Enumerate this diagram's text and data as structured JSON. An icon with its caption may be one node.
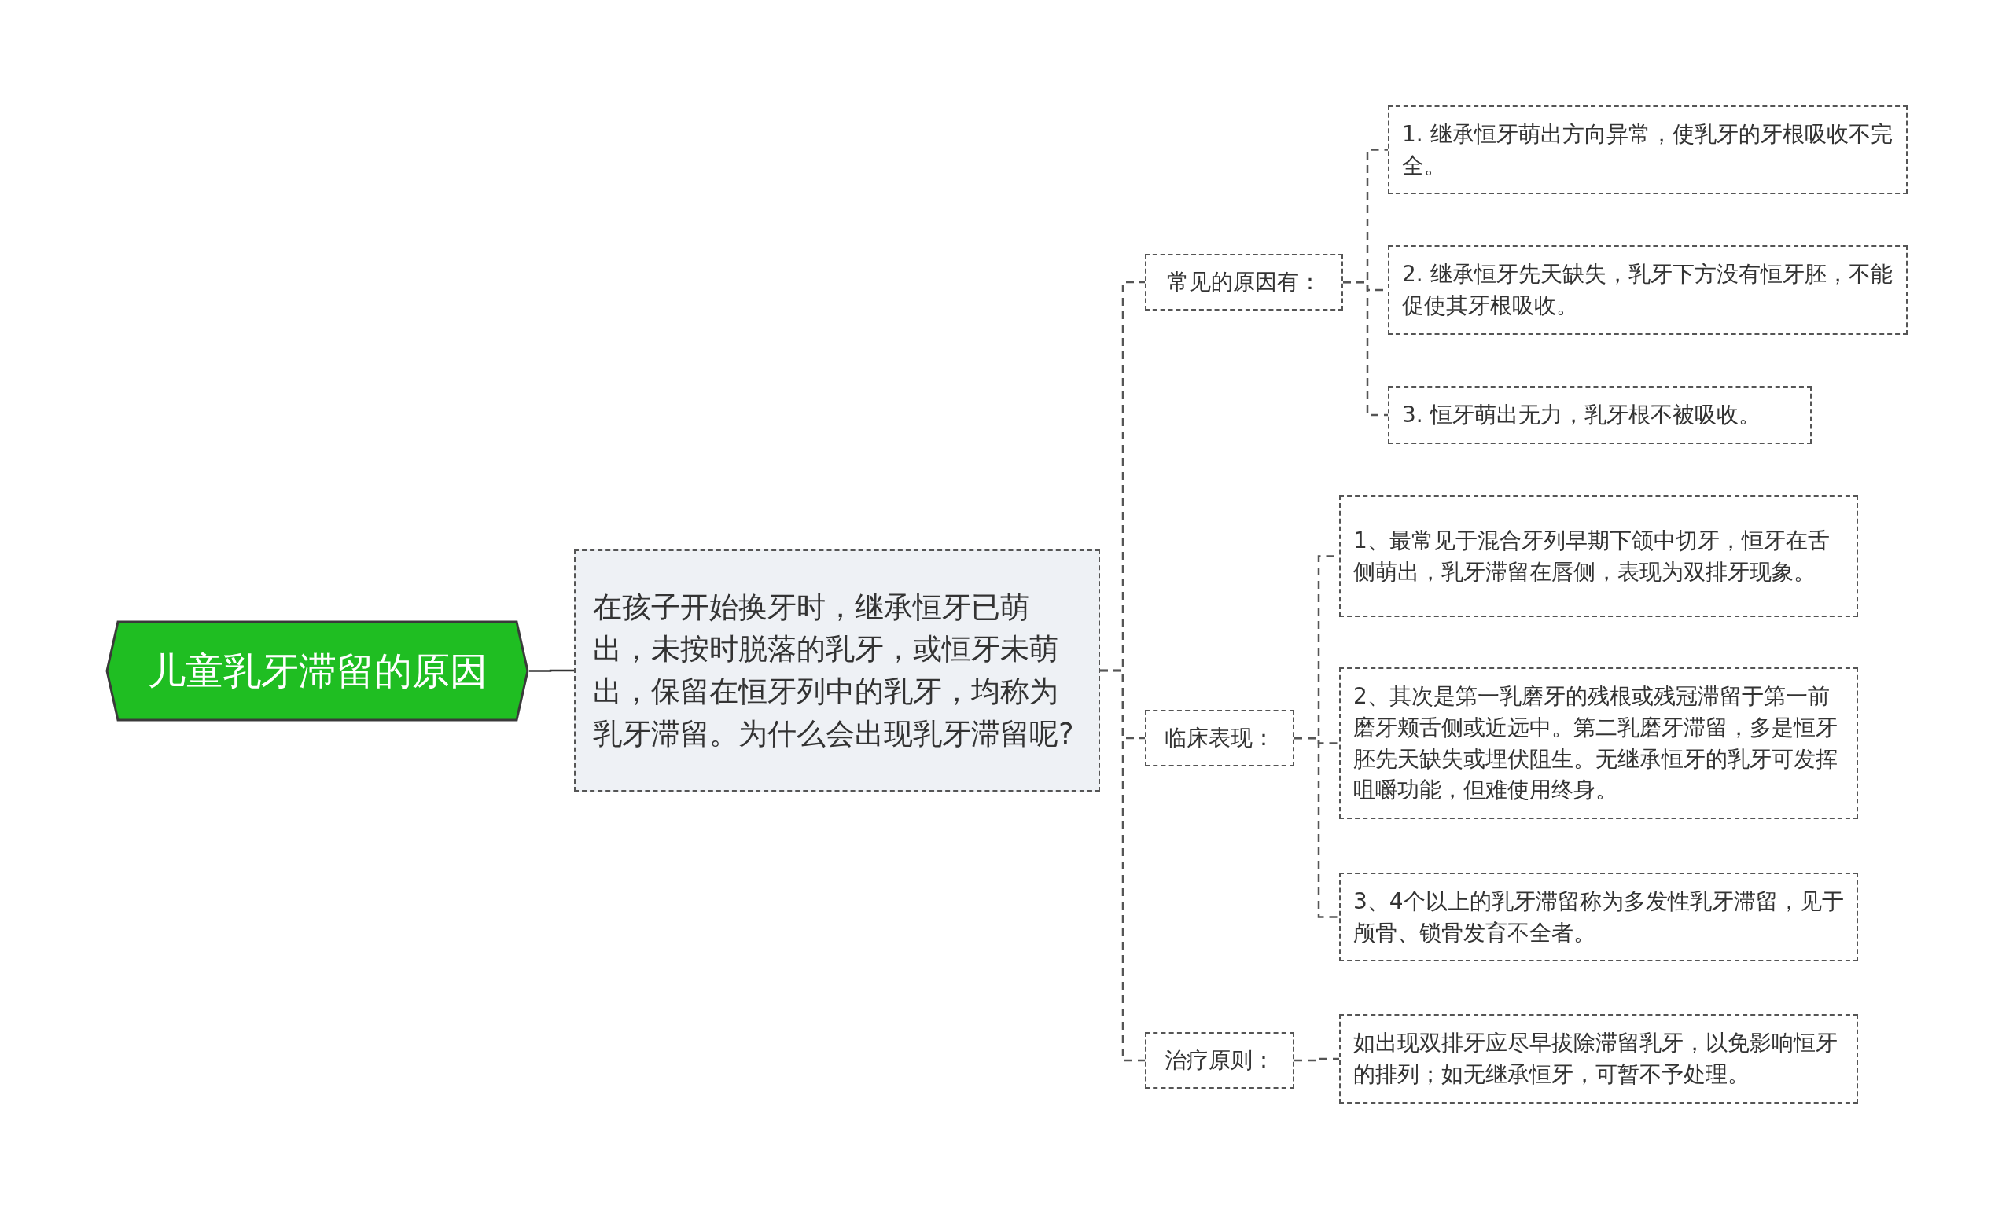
{
  "diagram": {
    "nodes": [
      {
        "text": [
          "儿童乳牙滞留的原因"
        ]
      },
      {
        "text": [
          "在孩子开始换牙时，继承恒牙已萌出，未按时脱落的乳牙，或恒牙未萌出，保留在恒牙列中的乳牙，均称为乳牙滞留。为什么会出现乳牙滞留呢?"
        ]
      },
      {
        "text": [
          "常见的原因有："
        ]
      },
      {
        "text": [
          "1. 继承恒牙萌出方向异常，使乳牙的牙根吸收不完全。"
        ]
      },
      {
        "text": [
          "2. 继承恒牙先天缺失，乳牙下方没有恒牙胚，不能促使其牙根吸收。"
        ]
      },
      {
        "text": [
          "3. 恒牙萌出无力，乳牙根不被吸收。"
        ]
      },
      {
        "text": [
          "临床表现："
        ]
      },
      {
        "text": [
          "1、最常见于混合牙列早期下颌中切牙，恒牙在舌侧萌出，乳牙滞留在唇侧，表现为双排牙现象。"
        ]
      },
      {
        "text": [
          "2、其次是第一乳磨牙的残根或残冠滞留于第一前磨牙颊舌侧或近远中。第二乳磨牙滞留，多是恒牙胚先天缺失或埋伏阻生。无继承恒牙的乳牙可发挥咀嚼功能，但难使用终身。"
        ]
      },
      {
        "text": [
          "3、4个以上的乳牙滞留称为多发性乳牙滞留，见于颅骨、锁骨发育不全者。"
        ]
      },
      {
        "text": [
          "治疗原则："
        ]
      },
      {
        "text": [
          "如出现双排牙应尽早拔除滞留乳牙，以免影响恒牙的排列；如无继承恒牙，可暂不予处理。"
        ]
      }
    ],
    "edges": [
      {
        "from": 0,
        "to": 1,
        "arrow": "none",
        "color": "#333333"
      },
      {
        "from": 1,
        "to": 2,
        "arrow": "none",
        "style": "dashed"
      },
      {
        "from": 1,
        "to": 6,
        "arrow": "none",
        "style": "dashed"
      },
      {
        "from": 1,
        "to": 10,
        "arrow": "none",
        "style": "dashed"
      },
      {
        "from": 2,
        "to": 3,
        "arrow": "none",
        "style": "dashed"
      },
      {
        "from": 2,
        "to": 4,
        "arrow": "none",
        "style": "dashed"
      },
      {
        "from": 2,
        "to": 5,
        "arrow": "none",
        "style": "dashed"
      },
      {
        "from": 6,
        "to": 7,
        "arrow": "none",
        "style": "dashed"
      },
      {
        "from": 6,
        "to": 8,
        "arrow": "none",
        "style": "dashed"
      },
      {
        "from": 6,
        "to": 9,
        "arrow": "none",
        "style": "dashed"
      },
      {
        "from": 10,
        "to": 11,
        "arrow": "none",
        "style": "dashed"
      }
    ]
  }
}
